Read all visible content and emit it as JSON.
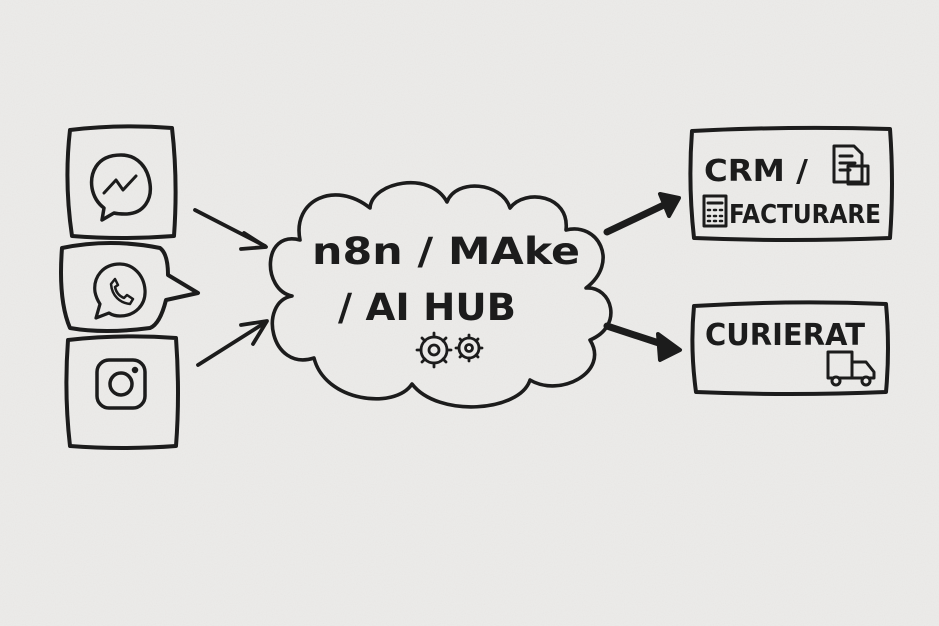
{
  "hub": {
    "line1": "n8n / MAke",
    "line2": "/ AI HUB"
  },
  "sources": [
    {
      "id": "messenger",
      "icon": "messenger-icon"
    },
    {
      "id": "whatsapp",
      "icon": "whatsapp-icon"
    },
    {
      "id": "instagram",
      "icon": "instagram-icon"
    }
  ],
  "targets": {
    "crm": {
      "line1": "CRM /",
      "line2": "FACTURARE",
      "icons": [
        "document-icon",
        "calculator-icon"
      ]
    },
    "courier": {
      "label": "CURIERAT",
      "icons": [
        "truck-icon"
      ]
    }
  },
  "decor": {
    "icons": [
      "gears-icon"
    ]
  },
  "colors": {
    "paper": "#ecebe9",
    "ink": "#1c1c1c"
  }
}
